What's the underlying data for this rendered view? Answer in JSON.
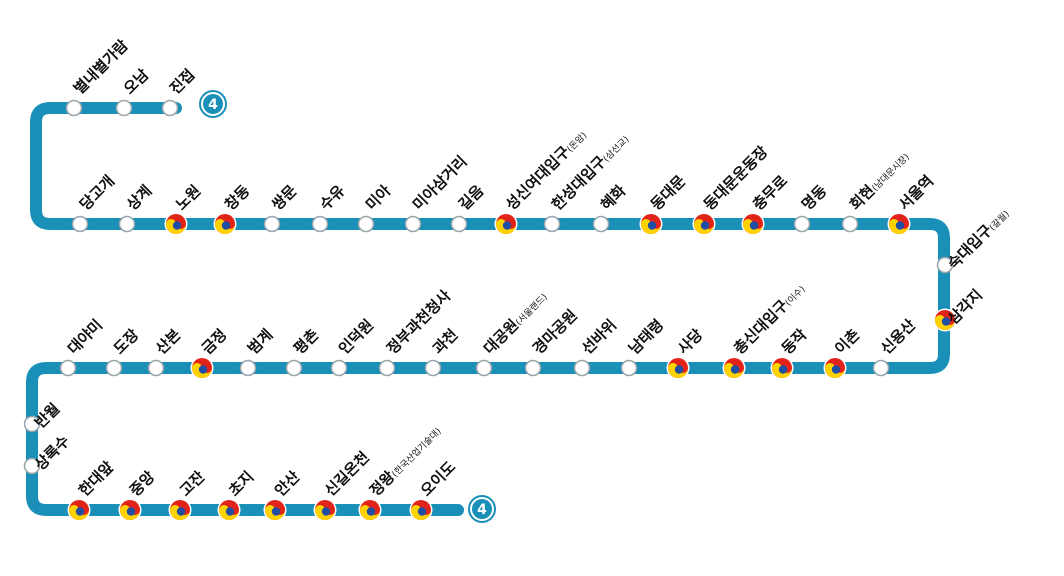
{
  "line": {
    "number": "4",
    "color": "#1a8fb8"
  },
  "transfer_colors": {
    "red": "#e2231a",
    "yellow": "#ffd200",
    "blue": "#1f4ea3"
  },
  "stations": [
    {
      "name": "별내별가람",
      "sub": "",
      "transfer": false
    },
    {
      "name": "오남",
      "sub": "",
      "transfer": false
    },
    {
      "name": "진접",
      "sub": "",
      "transfer": false
    },
    {
      "name": "당고개",
      "sub": "",
      "transfer": false
    },
    {
      "name": "상계",
      "sub": "",
      "transfer": false
    },
    {
      "name": "노원",
      "sub": "",
      "transfer": true
    },
    {
      "name": "창동",
      "sub": "",
      "transfer": true
    },
    {
      "name": "쌍문",
      "sub": "",
      "transfer": false
    },
    {
      "name": "수유",
      "sub": "",
      "transfer": false
    },
    {
      "name": "미아",
      "sub": "",
      "transfer": false
    },
    {
      "name": "미아삼거리",
      "sub": "",
      "transfer": false
    },
    {
      "name": "길음",
      "sub": "",
      "transfer": false
    },
    {
      "name": "성신여대입구",
      "sub": "(돈암)",
      "transfer": true
    },
    {
      "name": "한성대입구",
      "sub": "(삼선교)",
      "transfer": false
    },
    {
      "name": "혜화",
      "sub": "",
      "transfer": false
    },
    {
      "name": "동대문",
      "sub": "",
      "transfer": true
    },
    {
      "name": "동대문운동장",
      "sub": "",
      "transfer": true
    },
    {
      "name": "충무로",
      "sub": "",
      "transfer": true
    },
    {
      "name": "명동",
      "sub": "",
      "transfer": false
    },
    {
      "name": "회현",
      "sub": "(남대문시장)",
      "transfer": false
    },
    {
      "name": "서울역",
      "sub": "",
      "transfer": true
    },
    {
      "name": "숙대입구",
      "sub": "(갈월)",
      "transfer": false
    },
    {
      "name": "삼각지",
      "sub": "",
      "transfer": true
    },
    {
      "name": "신용산",
      "sub": "",
      "transfer": false
    },
    {
      "name": "이촌",
      "sub": "",
      "transfer": true
    },
    {
      "name": "동작",
      "sub": "",
      "transfer": true
    },
    {
      "name": "총신대입구",
      "sub": "(이수)",
      "transfer": true
    },
    {
      "name": "사당",
      "sub": "",
      "transfer": true
    },
    {
      "name": "남태령",
      "sub": "",
      "transfer": false
    },
    {
      "name": "선바위",
      "sub": "",
      "transfer": false
    },
    {
      "name": "경마공원",
      "sub": "",
      "transfer": false
    },
    {
      "name": "대공원",
      "sub": "(서울랜드)",
      "transfer": false
    },
    {
      "name": "과천",
      "sub": "",
      "transfer": false
    },
    {
      "name": "정부과천청사",
      "sub": "",
      "transfer": false
    },
    {
      "name": "인덕원",
      "sub": "",
      "transfer": false
    },
    {
      "name": "평촌",
      "sub": "",
      "transfer": false
    },
    {
      "name": "범계",
      "sub": "",
      "transfer": false
    },
    {
      "name": "금정",
      "sub": "",
      "transfer": true
    },
    {
      "name": "산본",
      "sub": "",
      "transfer": false
    },
    {
      "name": "도장",
      "sub": "",
      "transfer": false
    },
    {
      "name": "대야미",
      "sub": "",
      "transfer": false
    },
    {
      "name": "반월",
      "sub": "",
      "transfer": false
    },
    {
      "name": "상록수",
      "sub": "",
      "transfer": false
    },
    {
      "name": "한대앞",
      "sub": "",
      "transfer": true
    },
    {
      "name": "중앙",
      "sub": "",
      "transfer": true
    },
    {
      "name": "고잔",
      "sub": "",
      "transfer": true
    },
    {
      "name": "초지",
      "sub": "",
      "transfer": true
    },
    {
      "name": "안산",
      "sub": "",
      "transfer": true
    },
    {
      "name": "신길온천",
      "sub": "",
      "transfer": true
    },
    {
      "name": "정왕",
      "sub": "(한국산업기술대)",
      "transfer": true
    },
    {
      "name": "오이도",
      "sub": "",
      "transfer": true
    }
  ]
}
